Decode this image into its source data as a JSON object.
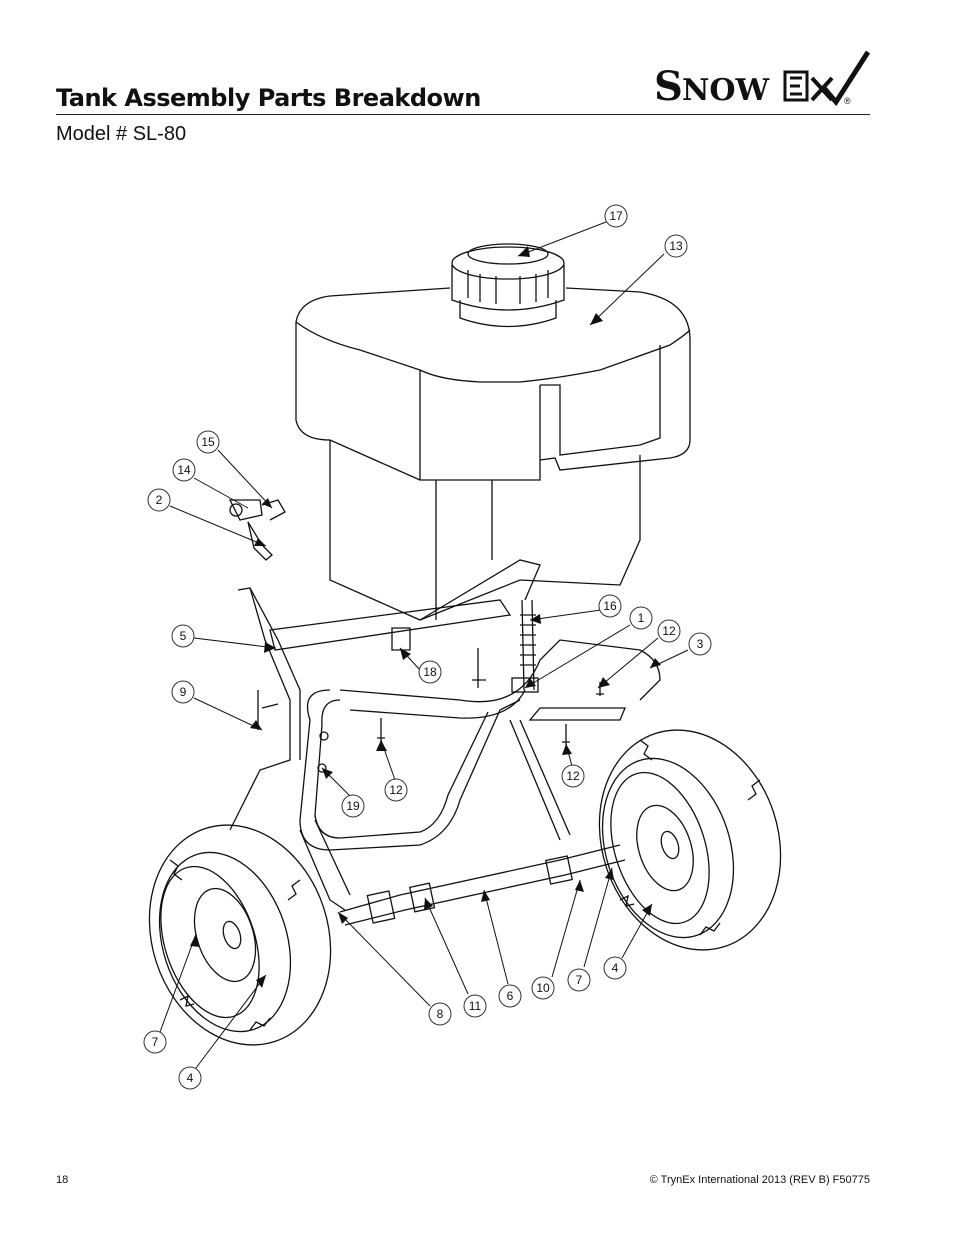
{
  "header": {
    "title": "Tank Assembly Parts Breakdown",
    "subtitle": "Model # SL-80",
    "logo_text": "SnowEx"
  },
  "callouts": [
    "17",
    "13",
    "15",
    "14",
    "2",
    "16",
    "1",
    "12",
    "3",
    "5",
    "18",
    "9",
    "12",
    "12",
    "19",
    "8",
    "11",
    "6",
    "10",
    "7",
    "4",
    "7",
    "4"
  ],
  "footer": {
    "page_number": "18",
    "copyright": "© TrynEx International 2013 (REV B) F50775"
  },
  "colors": {
    "line": "#111111",
    "background": "#ffffff"
  }
}
